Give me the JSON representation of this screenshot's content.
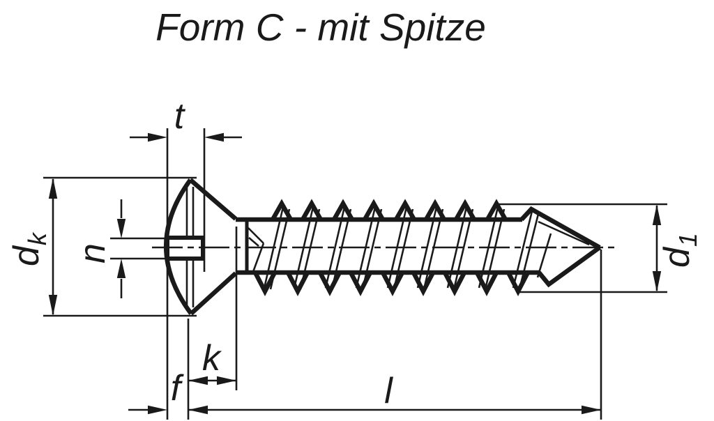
{
  "title": "Form C - mit Spitze",
  "colors": {
    "ink": "#1a1a1a",
    "background": "#ffffff"
  },
  "labels": {
    "slot_depth": "t",
    "head_diameter_main": "d",
    "head_diameter_sub": "k",
    "slot_width": "n",
    "head_height": "k",
    "dome_height": "f",
    "screw_length": "l",
    "thread_diameter_main": "d",
    "thread_diameter_sub": "1"
  }
}
